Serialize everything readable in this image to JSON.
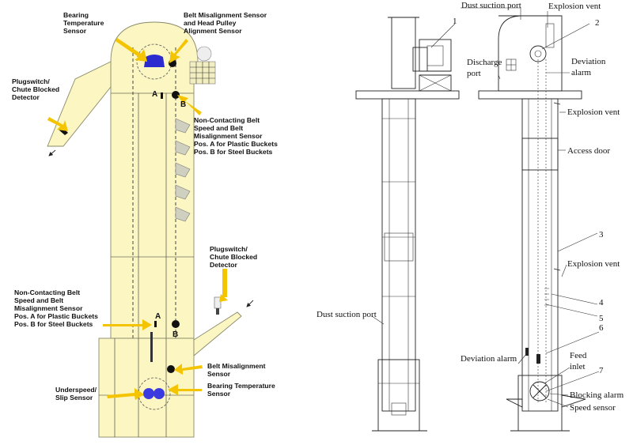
{
  "left_diagram": {
    "labels": {
      "bearing_top": [
        "Bearing",
        "Temperature",
        "Sensor"
      ],
      "belt_misalign_top": [
        "Belt Misalignment Sensor",
        "and Head Pulley",
        "Alignment Sensor"
      ],
      "plugswitch_top": [
        "Plugswitch/",
        "Chute Blocked",
        "Detector"
      ],
      "noncontact_top": [
        "Non-Contacting Belt",
        "Speed and Belt",
        "Misalignment Sensor",
        "Pos. A for Plastic Buckets",
        "Pos. B for Steel Buckets"
      ],
      "plugswitch_bottom": [
        "Plugswitch/",
        "Chute Blocked",
        "Detector"
      ],
      "noncontact_bottom": [
        "Non-Contacting Belt",
        "Speed and Belt",
        "Misalignment Sensor",
        "Pos. A for Plastic Buckets",
        "Pos. B for Steel Buckets"
      ],
      "belt_misalign_bottom": [
        "Belt Misalignment",
        "Sensor"
      ],
      "bearing_bottom": [
        "Bearing Temperature",
        "Sensor"
      ],
      "underspeed": [
        "Underspeed/",
        "Slip Sensor"
      ]
    },
    "pos_a": "A",
    "pos_b": "B"
  },
  "right_diagram": {
    "callouts": {
      "n1": "1",
      "n2": "2",
      "n3": "3",
      "n4": "4",
      "n5": "5",
      "n6": "6",
      "n7": "7"
    },
    "labels": {
      "dust_suction_top": "Dust suction port",
      "explosion_vent_top": "Explosion vent",
      "discharge": [
        "Discharge",
        "port"
      ],
      "deviation_top": [
        "Deviation",
        "alarm"
      ],
      "explosion_vent_mid": "Explosion vent",
      "access_door": "Access door",
      "explosion_vent_low": "Explosion vent",
      "dust_suction_bottom": "Dust suction port",
      "deviation_bottom": "Deviation alarm",
      "feed_inlet": [
        "Feed",
        "inlet"
      ],
      "blocking_alarm": "Blocking alarm",
      "speed_sensor": "Speed sensor"
    }
  }
}
